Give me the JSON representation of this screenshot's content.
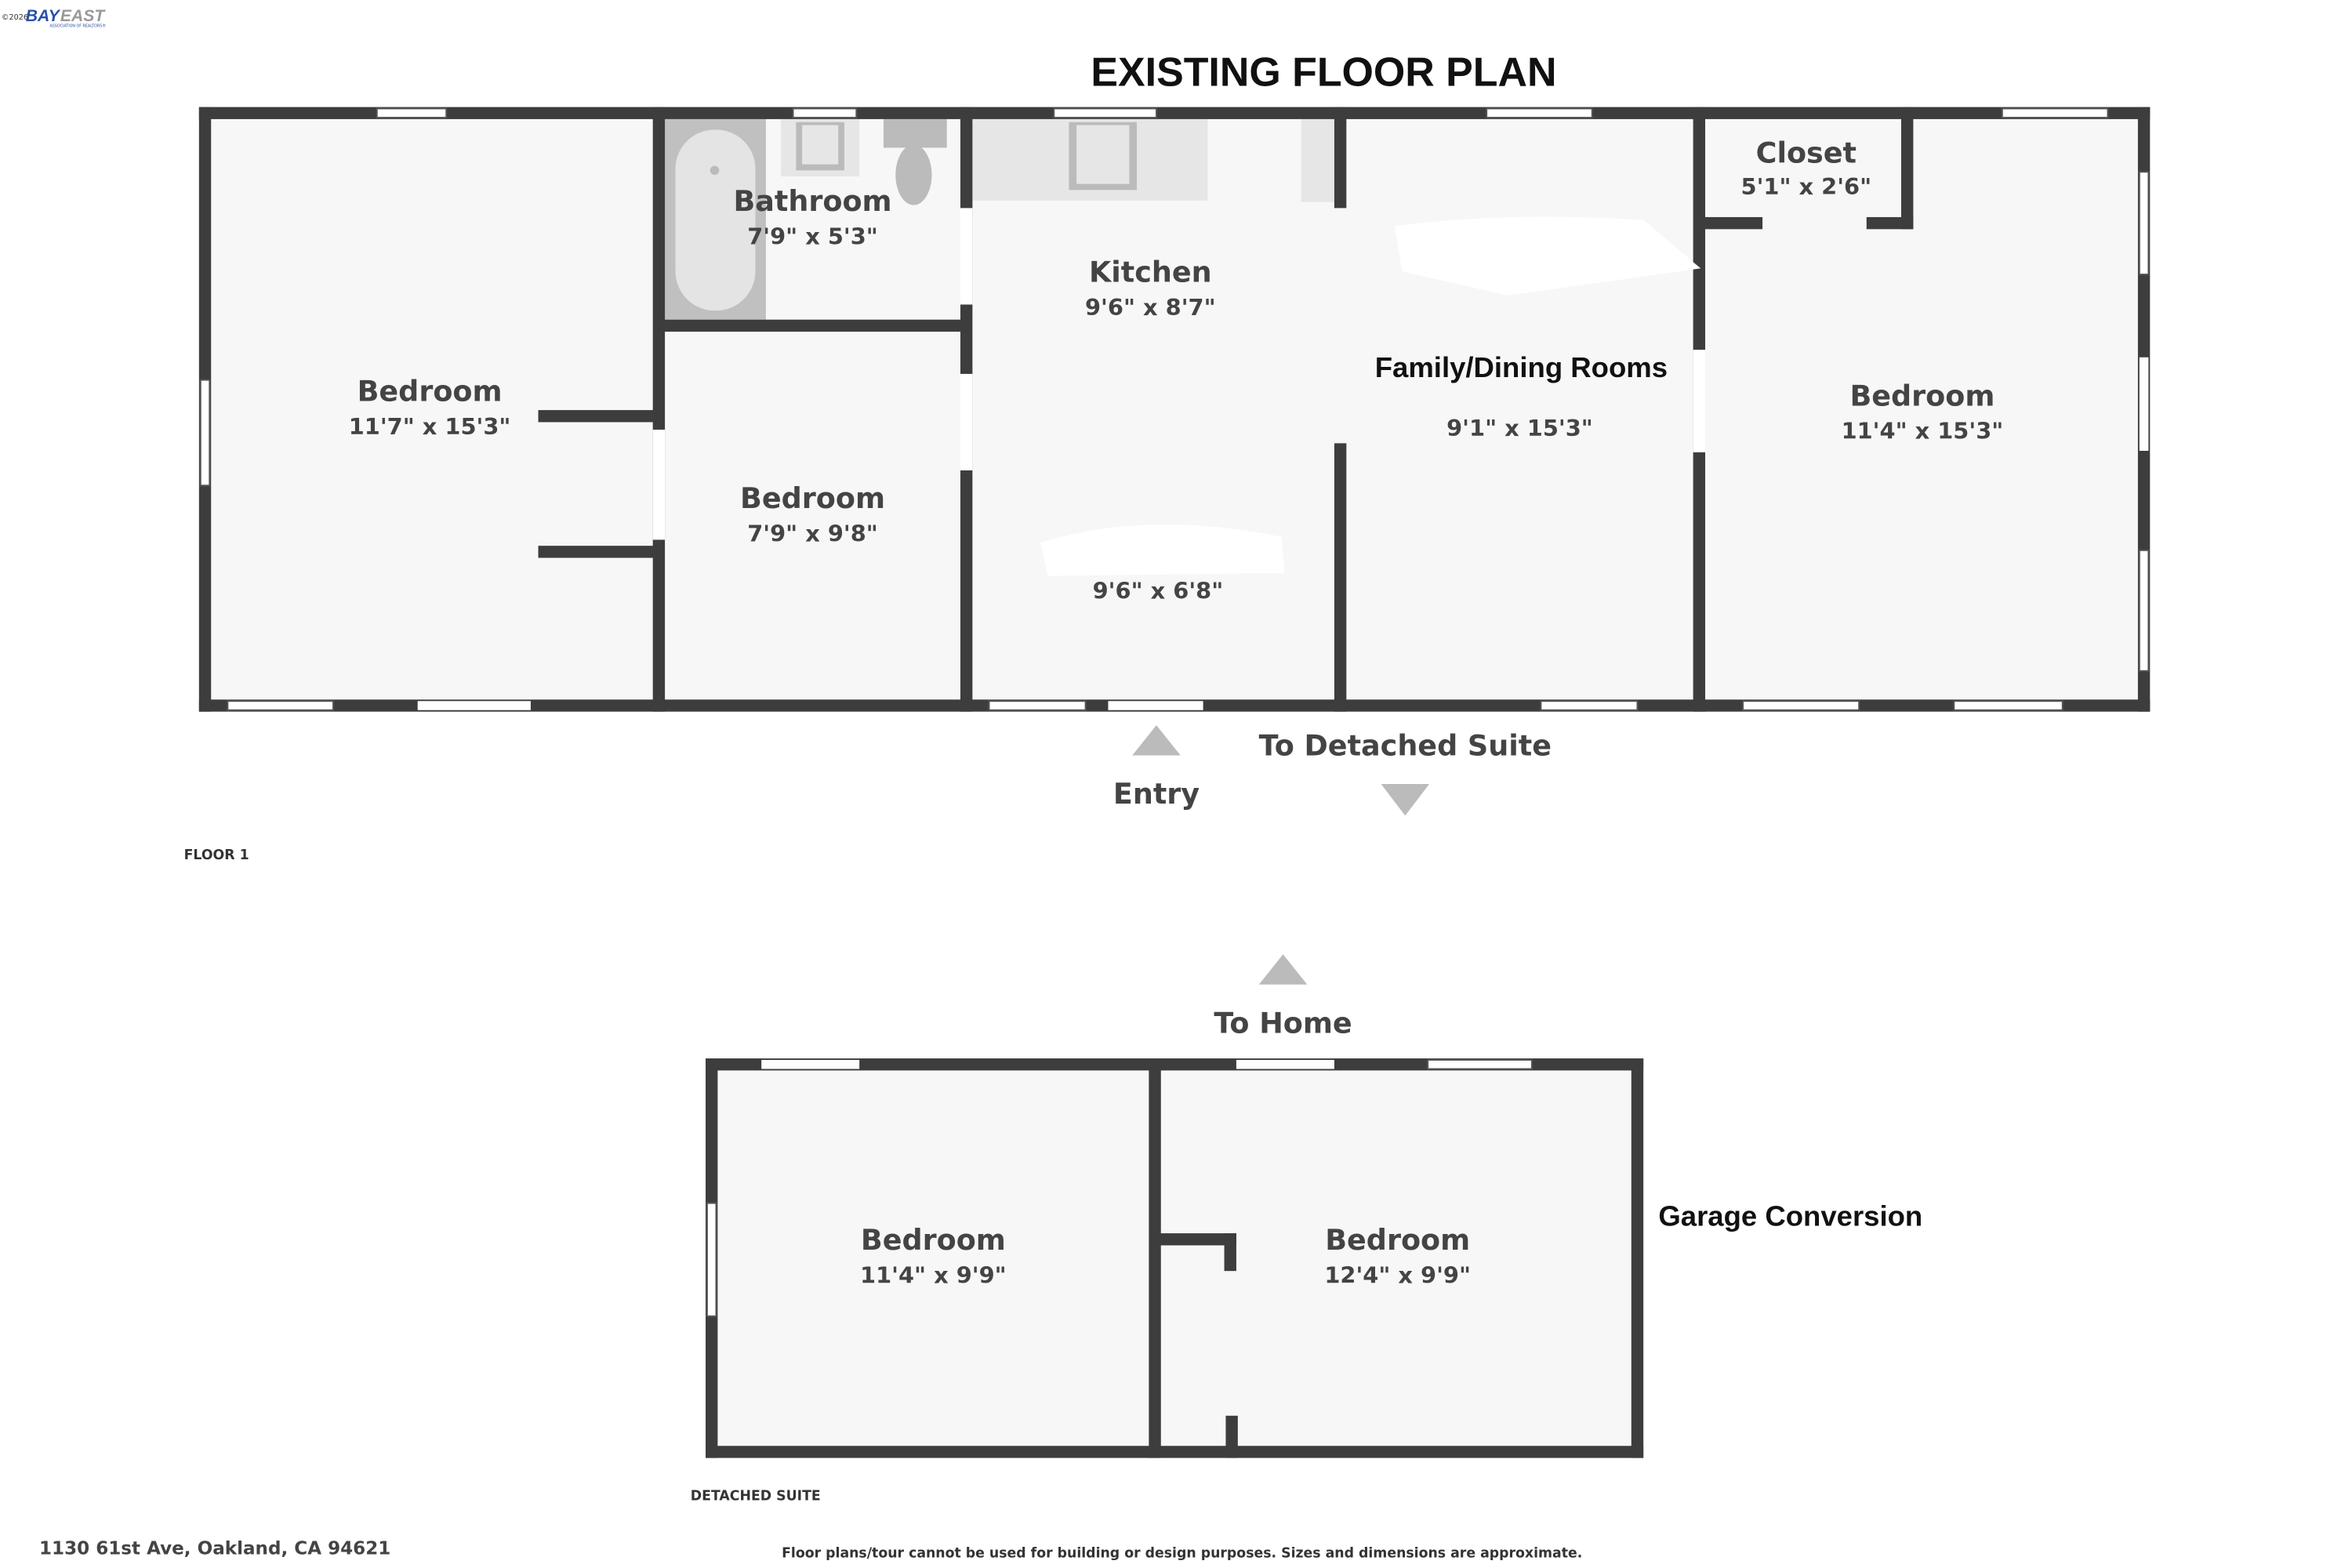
{
  "header": {
    "title": "EXISTING FLOOR PLAN",
    "logo": {
      "copyright": "©2026",
      "brand": "BAYEAST",
      "tagline": "ASSOCIATION OF REALTORS®"
    }
  },
  "floor1": {
    "label": "FLOOR 1",
    "rooms": [
      {
        "name": "Bedroom",
        "dims": "11'7\" x 15'3\""
      },
      {
        "name": "Bathroom",
        "dims": "7'9\" x 5'3\""
      },
      {
        "name": "Bedroom",
        "dims": "7'9\" x 9'8\""
      },
      {
        "name": "Kitchen",
        "dims": "9'6\" x 8'7\""
      },
      {
        "name": "",
        "dims": "9'6\" x 6'8\""
      },
      {
        "name": "Family/Dining Rooms",
        "dims": "9'1\" x 15'3\""
      },
      {
        "name": "Closet",
        "dims": "5'1\" x 2'6\""
      },
      {
        "name": "Bedroom",
        "dims": "11'4\" x 15'3\""
      }
    ],
    "entry_label": "Entry",
    "to_suite_label": "To Detached Suite"
  },
  "suite": {
    "label": "DETACHED SUITE",
    "to_home_label": "To Home",
    "note": "Garage Conversion",
    "rooms": [
      {
        "name": "Bedroom",
        "dims": "11'4\" x 9'9\""
      },
      {
        "name": "Bedroom",
        "dims": "12'4\" x 9'9\""
      }
    ]
  },
  "footer": {
    "address": "1130 61st Ave, Oakland, CA 94621",
    "disclaimer": "Floor plans/tour cannot be used for building or design purposes. Sizes and dimensions are approximate."
  },
  "colors": {
    "wall": "#3d3d3d",
    "floor": "#f7f7f7",
    "fixture": "#c0c0c0",
    "brand_blue": "#2a4ea8",
    "brand_gray": "#999999"
  }
}
